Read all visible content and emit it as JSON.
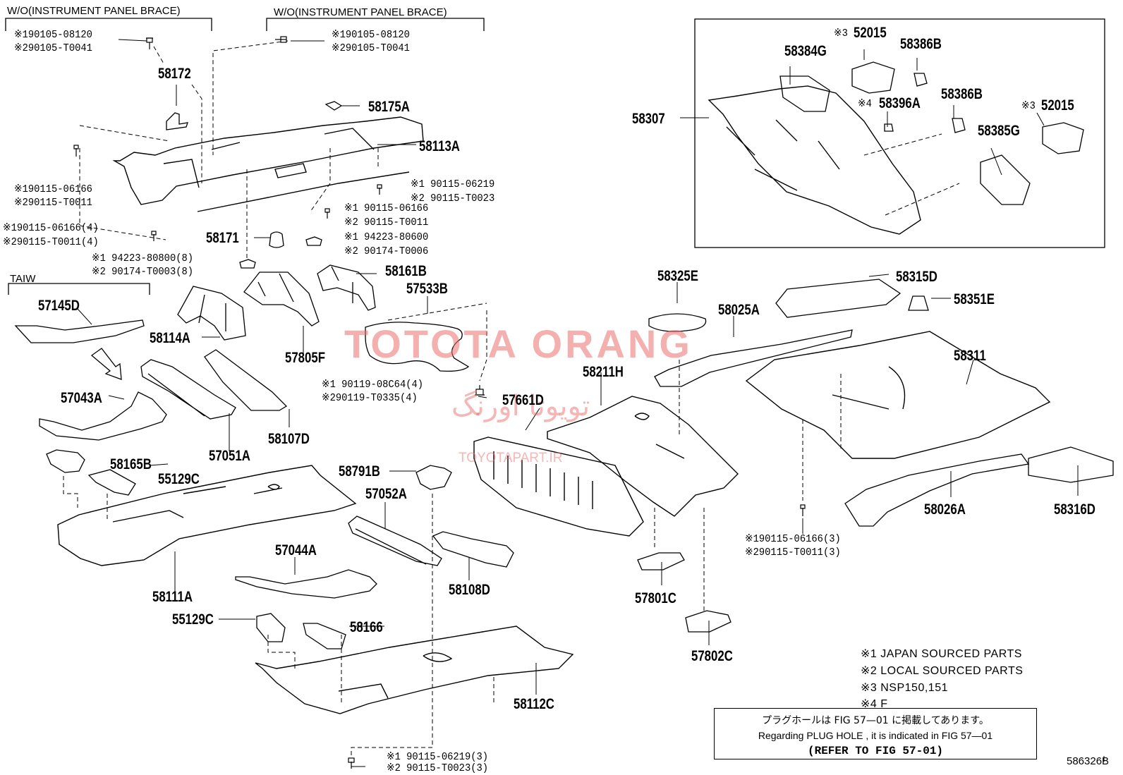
{
  "headers": {
    "wo_brace_left": "W/O(INSTRUMENT PANEL BRACE)",
    "wo_brace_right": "W/O(INSTRUMENT PANEL BRACE)",
    "taiw": "TAIW"
  },
  "parts": {
    "p58172": "58172",
    "p58175A": "58175A",
    "p58113A": "58113A",
    "p58171": "58171",
    "p58161B": "58161B",
    "p57533B": "57533B",
    "p57145D": "57145D",
    "p58114A": "58114A",
    "p57805F": "57805F",
    "p57043A": "57043A",
    "p57051A": "57051A",
    "p58107D": "58107D",
    "p58165B": "58165B",
    "p55129C_a": "55129C",
    "p58111A": "58111A",
    "p57661D": "57661D",
    "p58211H": "58211H",
    "p58791B": "58791B",
    "p57052A": "57052A",
    "p57044A": "57044A",
    "p58108D": "58108D",
    "p55129C_b": "55129C",
    "p58166": "58166",
    "p58112C": "58112C",
    "p58307": "58307",
    "p58384G": "58384G",
    "p52015_a": "52015",
    "p58386B_a": "58386B",
    "p58396A": "58396A",
    "p58386B_b": "58386B",
    "p52015_b": "52015",
    "p58385G": "58385G",
    "p58325E": "58325E",
    "p58315D": "58315D",
    "p58025A": "58025A",
    "p58351E": "58351E",
    "p58311": "58311",
    "p58026A": "58026A",
    "p58316D": "58316D",
    "p57801C": "57801C",
    "p57802C": "57802C"
  },
  "fasteners": {
    "f1a": "※190105-08120",
    "f1b": "※290105-T0041",
    "f2a": "※190105-08120",
    "f2b": "※290105-T0041",
    "f3a": "※190115-06166",
    "f3b": "※290115-T0011",
    "f4a": "※190115-06166(4)",
    "f4b": "※290115-T0011(4)",
    "f5a": "※1 90115-06219",
    "f5b": "※2 90115-T0023",
    "f6a": "※1 90115-06166",
    "f6b": "※2 90115-T0011",
    "f7a": "※1 94223-80600",
    "f7b": "※2 90174-T0006",
    "f8a": "※1 94223-80800(8)",
    "f8b": "※2 90174-T0003(8)",
    "f9a": "※1 90119-08C64(4)",
    "f9b": "※290119-T0335(4)",
    "f10a": "※190115-06166(3)",
    "f10b": "※290115-T0011(3)",
    "f11a": "※1 90115-06219(3)",
    "f11b": "※2 90115-T0023(3)",
    "m3a": "※3",
    "m4": "※4",
    "m3b": "※3"
  },
  "legend": {
    "n1": "※1 JAPAN SOURCED PARTS",
    "n2": "※2 LOCAL SOURCED PARTS",
    "n3": "※3 NSP150,151",
    "n4": "※4 F"
  },
  "refer_box": {
    "jp": "プラグホールは FIG 57—01 に掲載してあります。",
    "en": "Regarding  PLUG  HOLE , it is indicated in  FIG  57—01",
    "ref": "(REFER TO FIG 57-01)"
  },
  "watermark": {
    "main": "TOTOTA ORANG",
    "arabic": "تویوتا اورنگ",
    "url": "TOYOTAPART.IR"
  },
  "figure_code": "586326B"
}
